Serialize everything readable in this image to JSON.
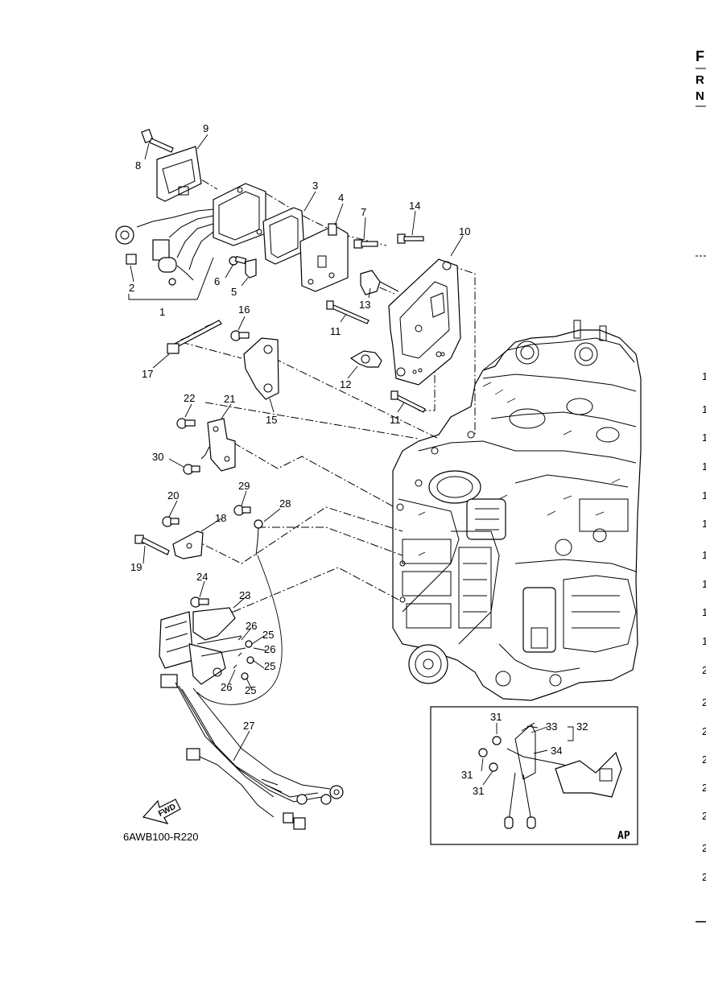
{
  "figure_code": "6AWB100-R220",
  "inset_label": "AP",
  "fwd_label": "FWD",
  "callouts": [
    "1",
    "2",
    "3",
    "4",
    "5",
    "6",
    "7",
    "8",
    "9",
    "10",
    "11",
    "11",
    "12",
    "13",
    "14",
    "15",
    "16",
    "17",
    "18",
    "19",
    "20",
    "21",
    "22",
    "23",
    "24",
    "25",
    "25",
    "25",
    "26",
    "26",
    "26",
    "27",
    "28",
    "29",
    "30",
    "31",
    "31",
    "31",
    "32",
    "33",
    "34"
  ],
  "edge_text": {
    "top_letter": "F",
    "row_r": "R",
    "row_n": "N",
    "right_column": [
      "1",
      "1",
      "1",
      "1",
      "1",
      "1",
      "1",
      "1",
      "1",
      "1",
      "2",
      "2",
      "2",
      "2",
      "2",
      "2",
      "2",
      "2"
    ]
  }
}
